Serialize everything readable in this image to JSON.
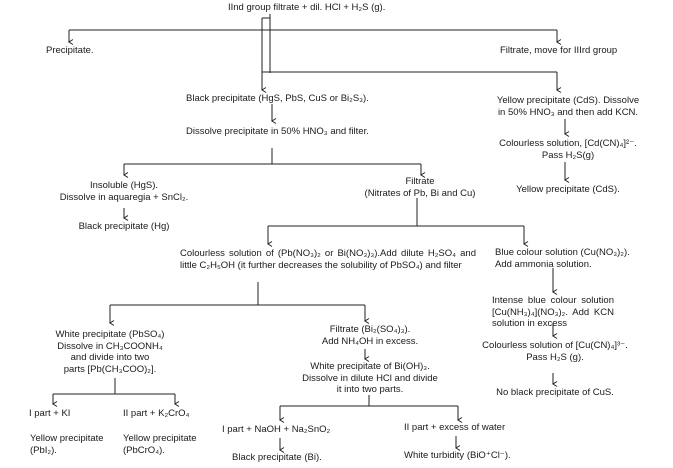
{
  "nodes": {
    "root": "IInd group filtrate + dil. HCl + H₂S (g).",
    "precipitate": "Precipitate.",
    "filtrate_iii": "Filtrate, move for IIIrd group",
    "black_ppt": "Black precipitate (HgS, PbS, CuS or Bi₂S₃).",
    "dissolve_hno3": "Dissolve precipitate in 50% HNO₃ and filter.",
    "yellow_cds_1": "Yellow precipitate (CdS). Dissolve",
    "yellow_cds_2": "in 50% HNO₃ and then add KCN.",
    "cd_cn_1": "Colourless solution, [Cd(CN)₄]²⁻.",
    "cd_cn_2": "Pass H₂S(g)",
    "yellow_cds_final": "Yellow precipitate (CdS).",
    "insoluble_1": "Insoluble (HgS).",
    "insoluble_2": "Dissolve in aquaregia + SnCl₂.",
    "black_hg": "Black precipitate (Hg)",
    "filtrate_1": "Filtrate",
    "filtrate_2": "(Nitrates of Pb, Bi and Cu)",
    "colourless_pb_bi": "Colourless solution of (Pb(NO₃)₂ or Bi(NO₃)₃).Add dilute H₂SO₄ and little C₂H₅OH (it further decreases the solubility of PbSO₄) and filter",
    "blue_cu_1": "Blue colour solution (Cu(NO₃)₂).",
    "blue_cu_2": "Add ammonia solution.",
    "intense_blue": "Intense blue colour solution [Cu(NH₃)₄](NO₃)₂. Add KCN solution in excess",
    "cu_cn_1": "Colourless solution of [Cu(CN)₄]³⁻.",
    "cu_cn_2": "Pass H₂S (g).",
    "no_cus": "No black precipitate of CuS.",
    "white_pbso4_1": "White precipitate (PbSO₄)",
    "white_pbso4_2": "Dissolve in CH₃COONH₄",
    "white_pbso4_3": "and divide into two",
    "white_pbso4_4": "parts [Pb(CH₃COO)₂].",
    "filtrate_bi_1": "Filtrate (Bi₂(SO₄)₃).",
    "filtrate_bi_2": "Add NH₄OH in excess.",
    "bi_oh_1": "White precipitate of Bi(OH)₃.",
    "bi_oh_2": "Dissolve in dilute HCl and divide",
    "bi_oh_3": "it into two parts.",
    "pb_part1": "I part + KI",
    "pb_part2": "II part + K₂CrO₄",
    "pbi2_1": "Yellow precipitate",
    "pbi2_2": "(PbI₂).",
    "pbcro4_1": "Yellow precipitate",
    "pbcro4_2": "(PbCrO₄).",
    "bi_part1": "I part + NaOH + Na₂SnO₂",
    "bi_part2": "II part + excess of water",
    "black_bi": "Black precipitate (Bi).",
    "white_turbidity": "White turbidity (BiO⁺Cl⁻)."
  }
}
